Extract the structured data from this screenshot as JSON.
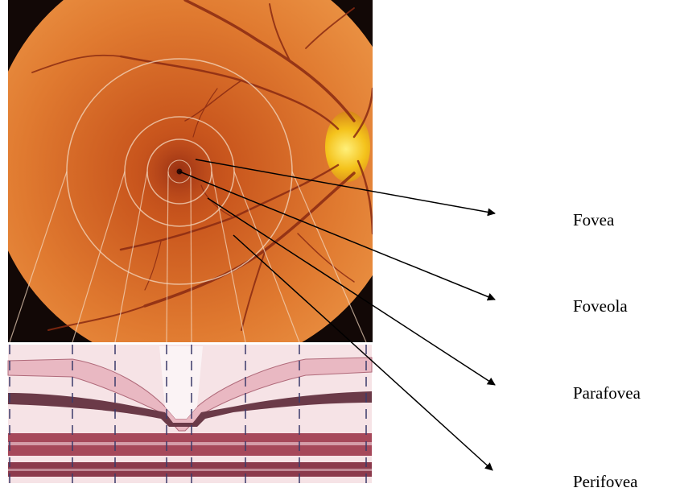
{
  "labels": {
    "fovea": "Fovea",
    "foveola": "Foveola",
    "parafovea": "Parafovea",
    "perifovea": "Perifovea"
  },
  "colors": {
    "retina_center": "#c2521a",
    "retina_edge": "#e98a3a",
    "optic_disc": "#f4c21b",
    "vessel": "#8a2a12",
    "background_dark": "#120806",
    "section_bg": "#f6e3e6",
    "layer_dark": "#6b3a48",
    "layer_red": "#a6485a",
    "arrow": "#000000"
  }
}
